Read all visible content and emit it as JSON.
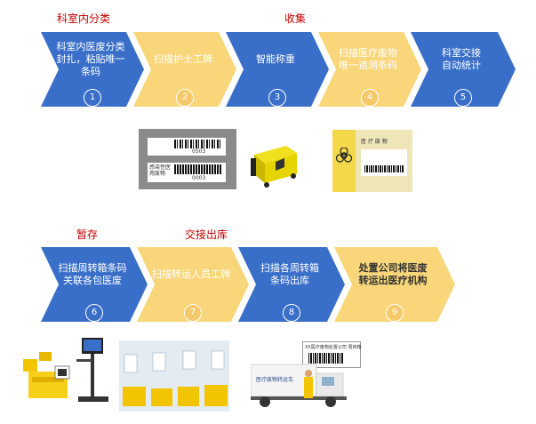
{
  "labels": {
    "sort": "科室内分类",
    "collect": "收集",
    "store": "暂存",
    "handover": "交接出库"
  },
  "steps": [
    {
      "num": "1",
      "text": "科室内医废分类\n封扎，粘贴唯一\n条码",
      "color": "blue"
    },
    {
      "num": "2",
      "text": "扫描护士工牌",
      "color": "yellow"
    },
    {
      "num": "3",
      "text": "智能称重",
      "color": "blue"
    },
    {
      "num": "4",
      "text": "扫描医疗废物\n唯一追溯条码",
      "color": "yellow"
    },
    {
      "num": "5",
      "text": "科室交接\n自动统计",
      "color": "blue"
    },
    {
      "num": "6",
      "text": "扫描周转箱条码\n关联各包医废",
      "color": "blue"
    },
    {
      "num": "7",
      "text": "扫描转运人员工牌",
      "color": "yellow"
    },
    {
      "num": "8",
      "text": "扫描各周转箱\n条码出库",
      "color": "blue"
    },
    {
      "num": "9",
      "text": "处置公司将医废\n转运出医疗机构",
      "color": "yellow"
    }
  ],
  "photos": {
    "barcode_top": "0503",
    "barcode_bottom": "0003",
    "barcode_label2": "感染性医\n用废物",
    "bag_title": "医 疗 废 物",
    "truck_text": "医疗废物转运车",
    "ticket_title": "XX医疗废物处置公司 周转箱"
  },
  "colors": {
    "blue": "#3a6fc9",
    "yellow": "#f9d67a",
    "label": "#c00000"
  }
}
